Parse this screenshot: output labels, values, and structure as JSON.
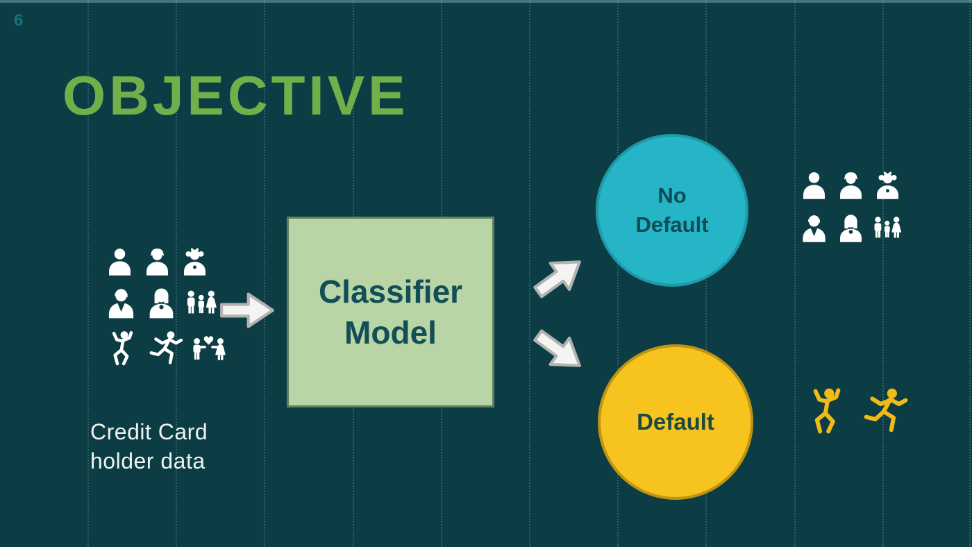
{
  "slide": {
    "page_number": "6",
    "title": "OBJECTIVE"
  },
  "colors": {
    "background": "#0c3d44",
    "top_strip": "#41767a",
    "title_green": "#6fb04a",
    "page_number_teal": "#17717f",
    "box_fill": "#b9d4a5",
    "box_border": "#5d805f",
    "box_text": "#124e58",
    "no_default_fill": "#25b5c7",
    "no_default_border": "#1d9aaa",
    "no_default_text": "#0e4d56",
    "default_fill": "#f6c31f",
    "default_border": "#bf9410",
    "default_text": "#1c4a3e",
    "arrow_fill": "#f4f4f2",
    "arrow_stroke": "#b2b2b0",
    "input_icons_color": "#ffffff",
    "default_icons_color": "#f0bb17"
  },
  "input_group": {
    "caption": "Credit Card holder data",
    "icon_rows": [
      [
        "person-male",
        "person-male-cap",
        "person-female-bow"
      ],
      [
        "person-male-collar",
        "person-female-hair",
        "family-three"
      ],
      [
        "person-dancing",
        "person-running",
        "couple-heart"
      ]
    ]
  },
  "classifier_box": {
    "label": "Classifier Model"
  },
  "flow_arrows": {
    "input_arrow": "right",
    "to_no_default": "up-right",
    "to_default": "down-right"
  },
  "outputs": {
    "no_default": {
      "label": "No Default",
      "icon_rows": [
        [
          "person-male",
          "person-male-cap",
          "person-female-bow"
        ],
        [
          "person-male-collar",
          "person-female-hair",
          "family-three"
        ]
      ]
    },
    "default": {
      "label": "Default",
      "icon_rows": [
        [
          "person-dancing",
          "person-running"
        ]
      ]
    }
  }
}
